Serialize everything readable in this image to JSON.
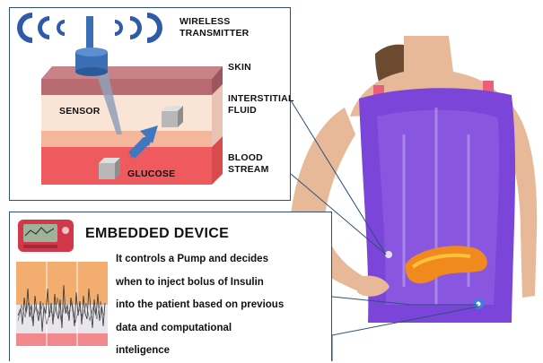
{
  "sensor_diagram": {
    "labels": {
      "wireless_transmitter_line1": "WIRELESS",
      "wireless_transmitter_line2": "TRANSMITTER",
      "skin": "SKIN",
      "interstitial_line1": "INTERSTITIAL",
      "interstitial_line2": "FLUID",
      "blood_line1": "BLOOD",
      "blood_line2": "STREAM",
      "sensor": "SENSOR",
      "glucose": "GLUCOSE"
    },
    "colors": {
      "wave": "#2e5aa8",
      "transmitter": "#3a6fb5",
      "skin": "#b86c72",
      "fluid": "#f6dccd",
      "blood": "#ee5a5e",
      "arrow": "#3f78c0"
    }
  },
  "embedded_device": {
    "title": "EMBEDDED DEVICE",
    "description_lines": [
      "It controls a Pump and decides",
      "when to inject bolus of Insulin",
      "into the patient based on previous",
      "data and computational",
      "inteligence"
    ],
    "colors": {
      "pump_body": "#d2374a",
      "chart_high_band": "#f3ad6e",
      "chart_mid_band": "#e8e6ec",
      "chart_low_band": "#f0888c"
    }
  },
  "body_illustration": {
    "colors": {
      "organ_overlay": "#7a45d8",
      "pancreas": "#f08a1c",
      "device_marker": "#3b7fe0",
      "skin_tone": "#e8b998",
      "hair": "#6b4a30"
    }
  }
}
